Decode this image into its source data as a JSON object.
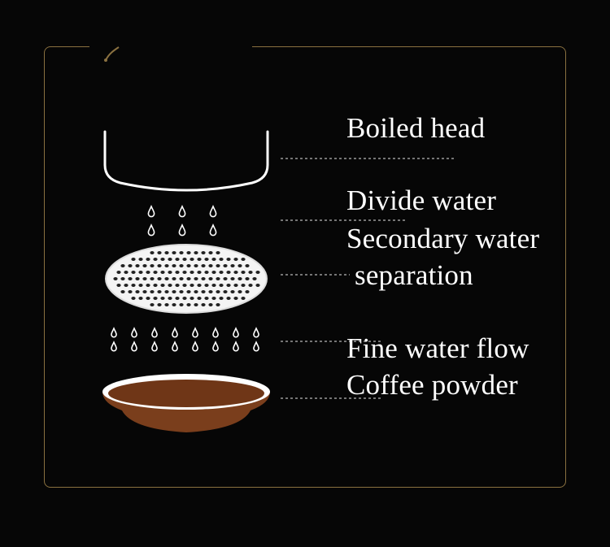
{
  "labels": {
    "boiled_head": "Boiled head",
    "divide_water": "Divide water",
    "secondary_water": "Secondary water",
    "separation": "separation",
    "fine_water_flow": "Fine water flow",
    "coffee_powder": "Coffee powder"
  },
  "colors": {
    "background": "#060606",
    "frame_border": "#8a7140",
    "line_white": "#ffffff",
    "coffee_brown": "#7a3e1c",
    "leader_gray": "#9a9a9a"
  },
  "icons": {
    "head": "boiled-head-bowl-icon",
    "drops": "water-drop-icon",
    "screen": "perforated-screen-icon",
    "basket": "coffee-basket-icon"
  }
}
